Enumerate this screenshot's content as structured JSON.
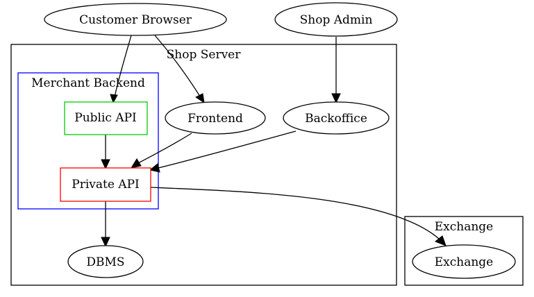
{
  "clusters": {
    "shop_server": {
      "label": "Shop Server",
      "color": "#000000"
    },
    "merchant_backend": {
      "label": "Merchant Backend",
      "color": "#0000ff"
    },
    "exchange": {
      "label": "Exchange",
      "color": "#000000"
    }
  },
  "nodes": {
    "customer_browser": {
      "label": "Customer Browser",
      "shape": "ellipse",
      "color": "#000000"
    },
    "shop_admin": {
      "label": "Shop Admin",
      "shape": "ellipse",
      "color": "#000000"
    },
    "public_api": {
      "label": "Public API",
      "shape": "box",
      "color": "#00cc00"
    },
    "frontend": {
      "label": "Frontend",
      "shape": "ellipse",
      "color": "#000000"
    },
    "backoffice": {
      "label": "Backoffice",
      "shape": "ellipse",
      "color": "#000000"
    },
    "private_api": {
      "label": "Private API",
      "shape": "box",
      "color": "#ff0000"
    },
    "dbms": {
      "label": "DBMS",
      "shape": "ellipse",
      "color": "#000000"
    },
    "exchange": {
      "label": "Exchange",
      "shape": "ellipse",
      "color": "#000000"
    }
  },
  "edges": [
    {
      "from": "Customer Browser",
      "to": "Public API"
    },
    {
      "from": "Customer Browser",
      "to": "Frontend"
    },
    {
      "from": "Shop Admin",
      "to": "Backoffice"
    },
    {
      "from": "Public API",
      "to": "Private API"
    },
    {
      "from": "Frontend",
      "to": "Private API"
    },
    {
      "from": "Backoffice",
      "to": "Private API"
    },
    {
      "from": "Private API",
      "to": "DBMS"
    },
    {
      "from": "Private API",
      "to": "Exchange"
    }
  ]
}
